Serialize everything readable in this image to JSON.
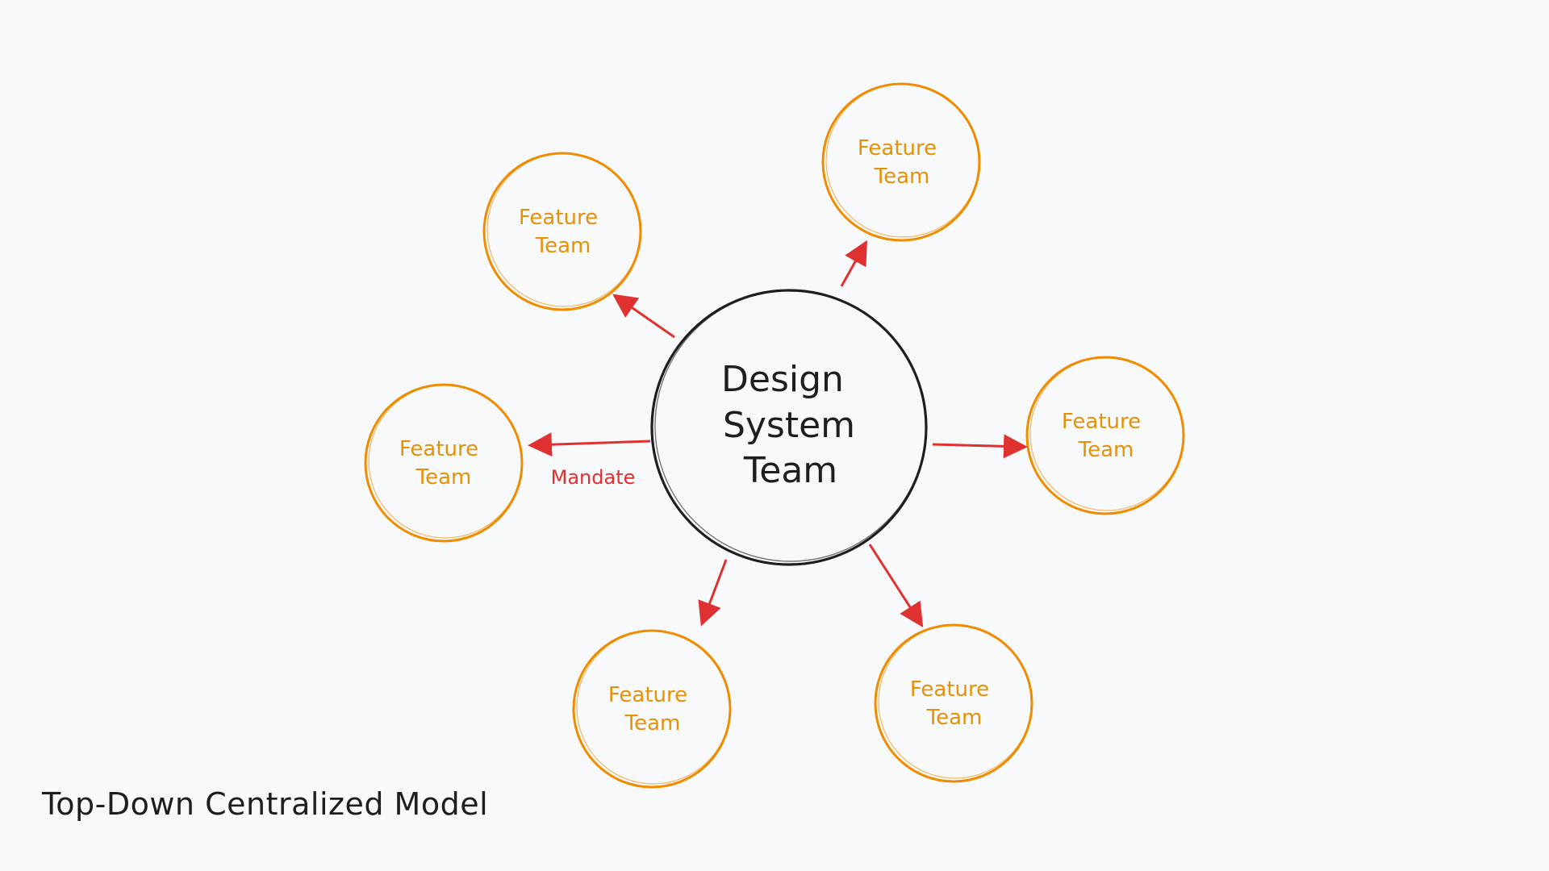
{
  "diagram": {
    "caption": "Top-Down Centralized Model",
    "center": {
      "lines": [
        "Design",
        "System",
        "Team"
      ]
    },
    "teams": [
      {
        "id": "top-left",
        "lines": [
          "Feature",
          "Team"
        ]
      },
      {
        "id": "top-right",
        "lines": [
          "Feature",
          "Team"
        ]
      },
      {
        "id": "left",
        "lines": [
          "Feature",
          "Team"
        ]
      },
      {
        "id": "right",
        "lines": [
          "Feature",
          "Team"
        ]
      },
      {
        "id": "bottom-left",
        "lines": [
          "Feature",
          "Team"
        ]
      },
      {
        "id": "bottom-right",
        "lines": [
          "Feature",
          "Team"
        ]
      }
    ],
    "edge_label": "Mandate",
    "colors": {
      "center_stroke": "#1e1e1e",
      "team_stroke": "#f08c00",
      "team_text": "#e69108",
      "arrow": "#e03131",
      "background": "#f8f9fa"
    }
  }
}
